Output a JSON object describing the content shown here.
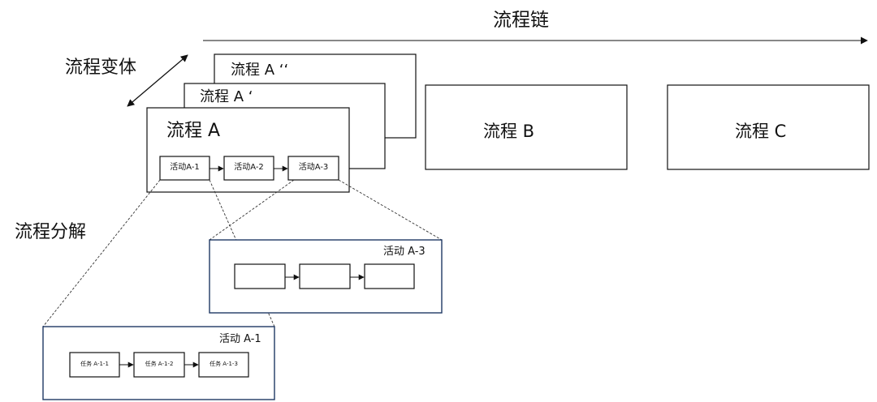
{
  "labels": {
    "process_chain": "流程链",
    "process_variant": "流程变体",
    "process_decomposition": "流程分解"
  },
  "processes": {
    "a_double_prime": "流程 A ‘‘",
    "a_prime": "流程 A ‘",
    "a": "流程 A",
    "b": "流程 B",
    "c": "流程 C"
  },
  "activities": [
    "活动A-1",
    "活动A-2",
    "活动A-3"
  ],
  "detail_a3": {
    "title": "活动 A-3"
  },
  "detail_a1": {
    "title": "活动 A-1",
    "tasks": [
      "任务 A-1-1",
      "任务 A-1-2",
      "任务 A-1-3"
    ]
  },
  "colors": {
    "line": "#111111",
    "detail_border": "#1f3864"
  }
}
